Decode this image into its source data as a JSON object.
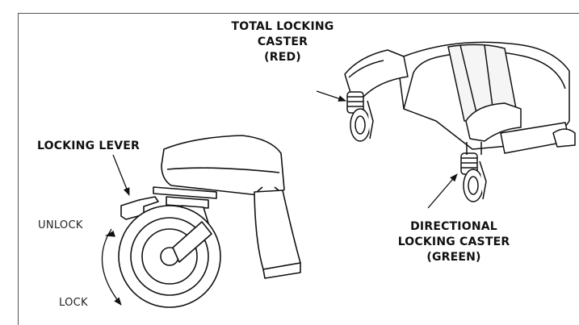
{
  "labels": {
    "total_caster": [
      "TOTAL LOCKING",
      "CASTER",
      "(RED)"
    ],
    "directional_caster": [
      "DIRECTIONAL",
      "LOCKING CASTER",
      "(GREEN)"
    ],
    "locking_lever": "LOCKING LEVER",
    "unlock": "UNLOCK",
    "lock": "LOCK"
  },
  "colors": {
    "line": "#111111",
    "fill": "#ffffff",
    "shade": "#e6e6e6"
  }
}
